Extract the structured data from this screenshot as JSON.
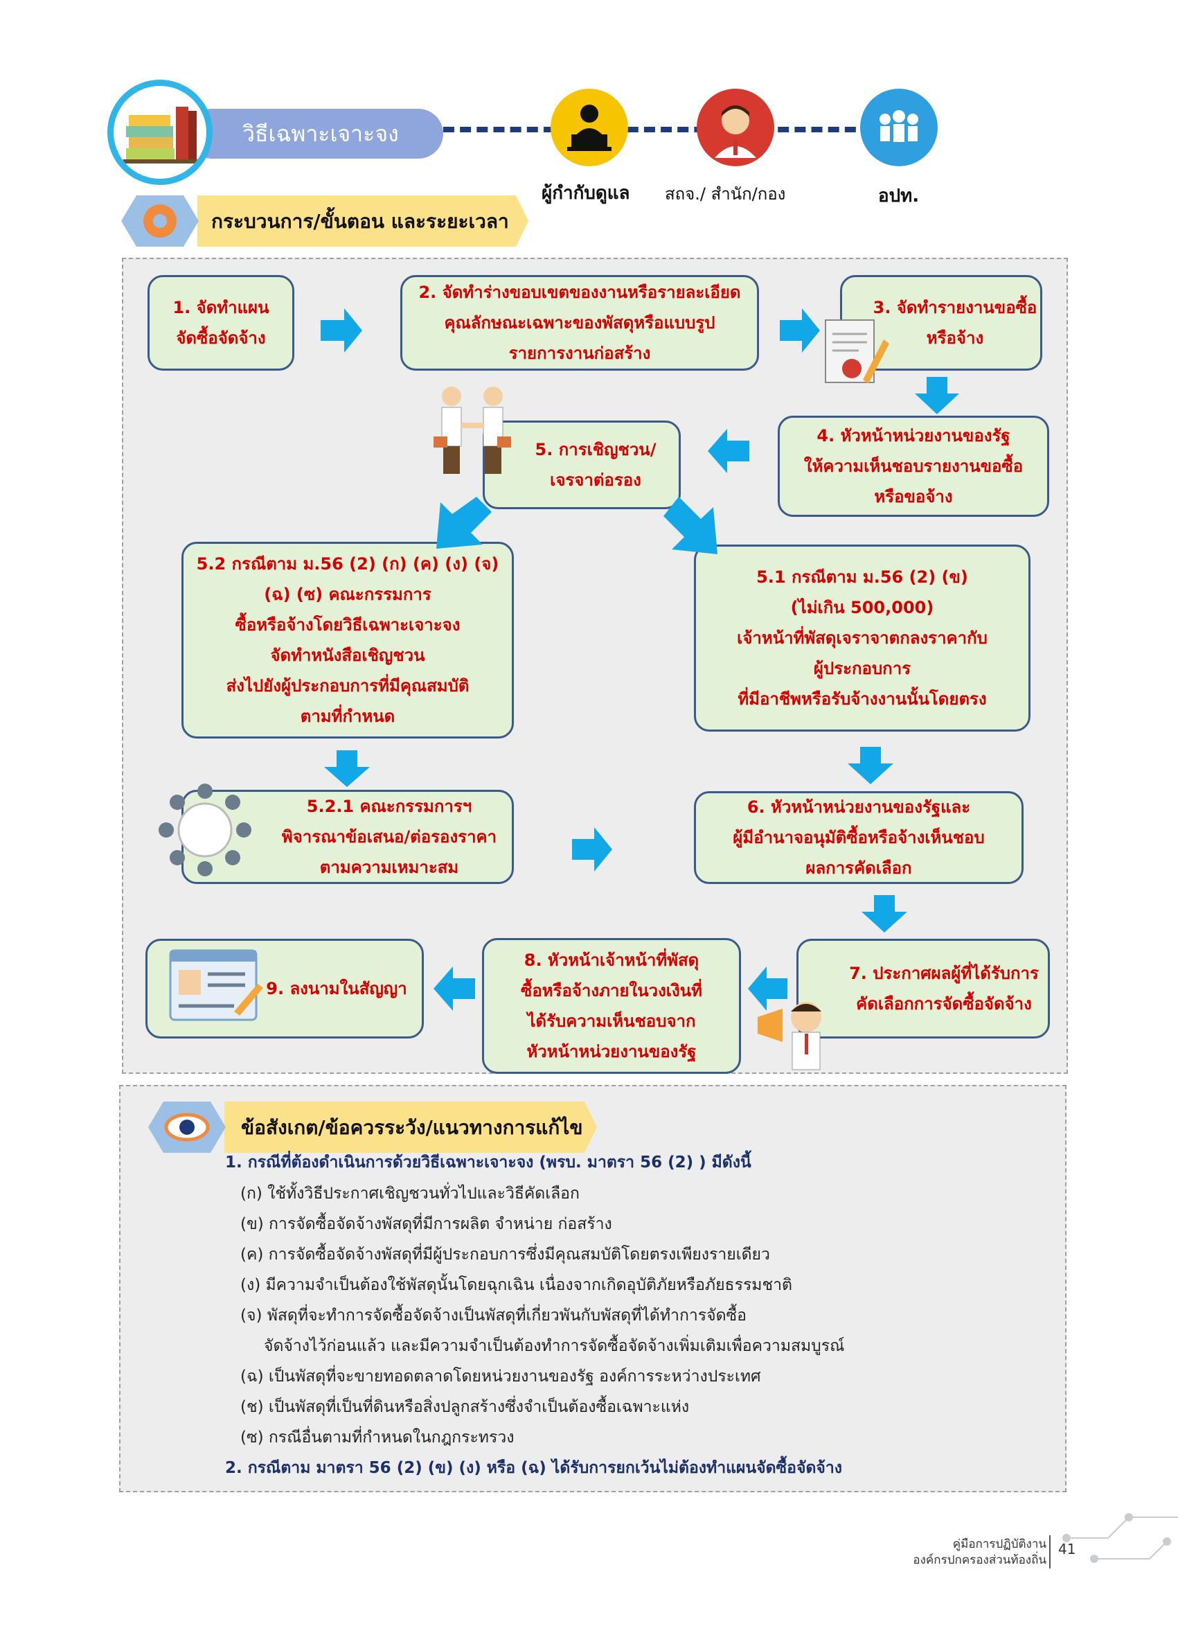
{
  "header": {
    "title": "วิธีเฉพาะเจาะจง",
    "roles": [
      "ผู้กำกับดูแล",
      "สถจ./ สำนัก/กอง",
      "อปท."
    ]
  },
  "process_heading": "กระบวนการ/ขั้นตอน และระยะเวลา",
  "steps": {
    "s1": [
      "1. จัดทำแผน",
      "จัดซื้อจัดจ้าง"
    ],
    "s2": [
      "2. จัดทำร่างขอบเขตของงานหรือรายละเอียด",
      "คุณลักษณะเฉพาะของพัสดุหรือแบบรูป",
      "รายการงานก่อสร้าง"
    ],
    "s3": [
      "3. จัดทำรายงานขอซื้อ",
      "หรือจ้าง"
    ],
    "s4": [
      "4. หัวหน้าหน่วยงานของรัฐ",
      "ให้ความเห็นชอบรายงานขอซื้อ",
      "หรือขอจ้าง"
    ],
    "s5": [
      "5. การเชิญชวน/",
      "เจรจาต่อรอง"
    ],
    "s52": [
      "5.2 กรณีตาม ม.56 (2) (ก) (ค) (ง) (จ)",
      "(ฉ) (ซ) คณะกรรมการ",
      "ซื้อหรือจ้างโดยวิธีเฉพาะเจาะจง",
      "จัดทำหนังสือเชิญชวน",
      "ส่งไปยังผู้ประกอบการที่มีคุณสมบัติ",
      "ตามที่กำหนด"
    ],
    "s51": [
      "5.1 กรณีตาม ม.56 (2) (ข)",
      "(ไม่เกิน 500,000)",
      "เจ้าหน้าที่พัสดุเจราจาตกลงราคากับ",
      "ผู้ประกอบการ",
      "ที่มีอาชีพหรือรับจ้างงานนั้นโดยตรง"
    ],
    "s521": [
      "5.2.1 คณะกรรมการฯ",
      "พิจารณาข้อเสนอ/ต่อรองราคา",
      "ตามความเหมาะสม"
    ],
    "s6": [
      "6. หัวหน้าหน่วยงานของรัฐและ",
      "ผู้มีอำนาจอนุมัติซื้อหรือจ้างเห็นชอบ",
      "ผลการคัดเลือก"
    ],
    "s7": [
      "7. ประกาศผลผู้ที่ได้รับการ",
      "คัดเลือกการจัดซื้อจัดจ้าง"
    ],
    "s8": [
      "8. หัวหน้าเจ้าหน้าที่พัสดุ",
      "ซื้อหรือจ้างภายในวงเงินที่",
      "ได้รับความเห็นชอบจาก",
      "หัวหน้าหน่วยงานของรัฐ"
    ],
    "s9": [
      "9. ลงนามในสัญญา"
    ]
  },
  "notes_heading": "ข้อสังเกต/ข้อควรระวัง/แนวทางการแก้ไข",
  "notes": [
    "1. กรณีที่ต้องดำเนินการด้วยวิธีเฉพาะเจาะจง (พรบ. มาตรา 56 (2) ) มีดังนี้",
    "(ก) ใช้ทั้งวิธีประกาศเชิญชวนทั่วไปและวิธีคัดเลือก",
    "(ข) การจัดซื้อจัดจ้างพัสดุที่มีการผลิต จำหน่าย ก่อสร้าง",
    "(ค) การจัดซื้อจัดจ้างพัสดุที่มีผู้ประกอบการซึ่งมีคุณสมบัติโดยตรงเพียงรายเดียว",
    "(ง) มีความจำเป็นต้องใช้พัสดุนั้นโดยฉุกเฉิน เนื่องจากเกิดอุบัติภัยหรือภัยธรรมชาติ",
    "(จ) พัสดุที่จะทำการจัดซื้อจัดจ้างเป็นพัสดุที่เกี่ยวพันกับพัสดุที่ได้ทำการจัดซื้อ",
    "จัดจ้างไว้ก่อนแล้ว และมีความจำเป็นต้องทำการจัดซื้อจัดจ้างเพิ่มเติมเพื่อความสมบูรณ์",
    "(ฉ) เป็นพัสดุที่จะขายทอดตลาดโดยหน่วยงานของรัฐ องค์การระหว่างประเทศ",
    "(ช) เป็นพัสดุที่เป็นที่ดินหรือสิ่งปลูกสร้างซึ่งจำเป็นต้องซื้อเฉพาะแห่ง",
    "(ซ) กรณีอื่นตามที่กำหนดในกฎกระทรวง",
    "2. กรณีตาม มาตรา 56 (2) (ข) (ง) หรือ (ฉ) ได้รับการยกเว้นไม่ต้องทำแผนจัดซื้อจัดจ้าง"
  ],
  "footer": {
    "line1": "คู่มือการปฏิบัติงาน",
    "line2": "องค์กรปกครองส่วนท้องถิ่น",
    "page": "41"
  },
  "colors": {
    "accent_blue": "#2fb5e8",
    "box_fill": "#e3f1d6",
    "box_text": "#d40000",
    "banner": "#fbe18a",
    "title_pill": "#8ea6dc"
  }
}
